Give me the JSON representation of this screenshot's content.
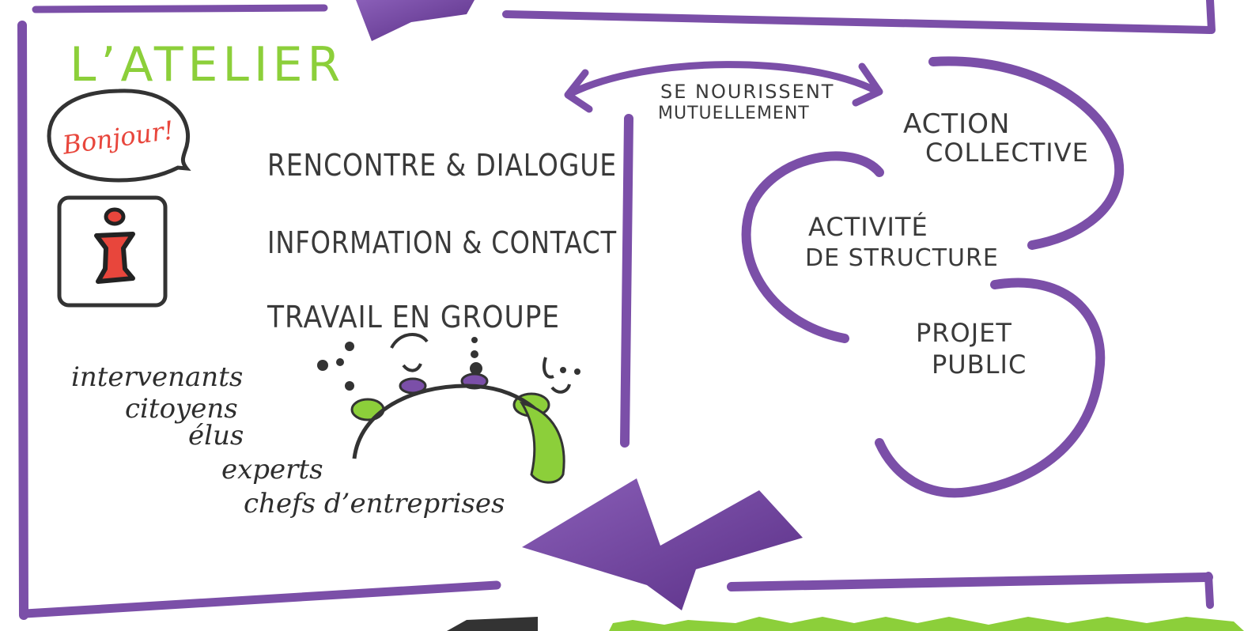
{
  "colors": {
    "purple": "#7b4fa8",
    "purple_dark": "#5a2f86",
    "green": "#8ccf3a",
    "red": "#e8463c",
    "ink": "#3a3a3a"
  },
  "atelier": {
    "title": "L’ATELIER",
    "speech_bubble": "Bonjour!",
    "info_icon": "info-icon",
    "items": [
      "RENCONTRE & DIALOGUE",
      "INFORMATION & CONTACT",
      "TRAVAIL EN GROUPE"
    ],
    "participants": [
      "intervenants",
      "citoyens",
      "élus",
      "experts",
      "chefs d’entreprises"
    ]
  },
  "cycle": {
    "arrow_label_line1": "SE NOURISSENT",
    "arrow_label_line2": "MUTUELLEMENT",
    "nodes": [
      {
        "line1": "ACTION",
        "line2": "COLLECTIVE"
      },
      {
        "line1": "ACTIVITÉ",
        "line2": "DE STRUCTURE"
      },
      {
        "line1": "PROJET",
        "line2": "PUBLIC"
      }
    ]
  }
}
